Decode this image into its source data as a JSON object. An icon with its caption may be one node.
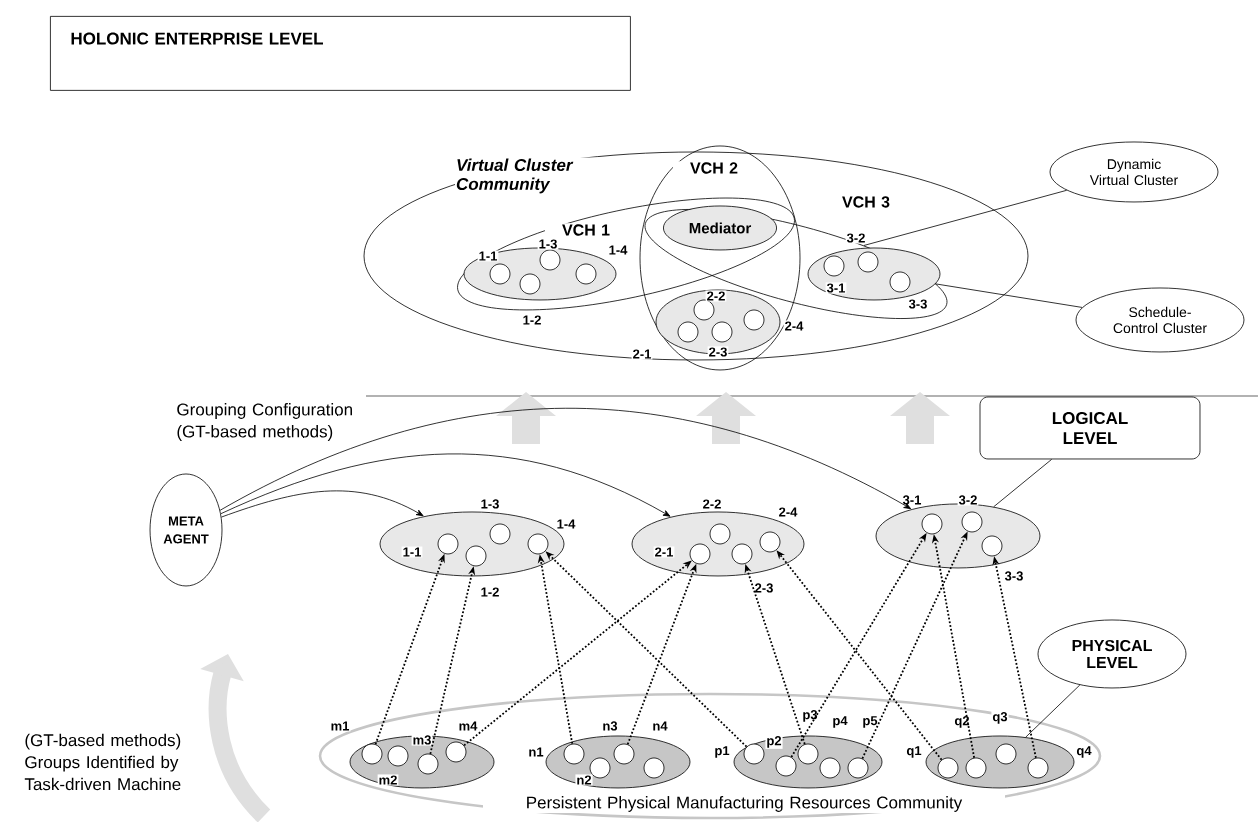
{
  "diagram": {
    "nodes": [
      {
        "text": [
          "HOLONIC ENTERPRISE LEVEL"
        ]
      },
      {
        "text": [
          "Virtual Cluster Community"
        ]
      },
      {
        "text": [
          "VCH 1"
        ],
        "in": 1
      },
      {
        "text": [
          "VCH 2"
        ]
      },
      {
        "text": [
          "VCH 3"
        ],
        "in": 1
      },
      {
        "text": [
          "Mediator"
        ]
      },
      {
        "text": [
          "Dynamic Virtual Cluster"
        ]
      },
      {
        "text": [
          "Schedule-Control Cluster"
        ]
      },
      {
        "text": [],
        "shape": "ellipse",
        "in": 2
      },
      {
        "text": [],
        "shape": "circle",
        "in": 8,
        "beside": [
          "1-1"
        ]
      },
      {
        "text": [],
        "shape": "circle",
        "in": 8,
        "beside": [
          "1-2"
        ]
      },
      {
        "text": [],
        "shape": "circle",
        "in": 8,
        "beside": [
          "1-3"
        ]
      },
      {
        "text": [],
        "shape": "circle",
        "in": 8,
        "beside": [
          "1-4"
        ]
      },
      {
        "text": [],
        "shape": "ellipse",
        "in": 3
      },
      {
        "text": [],
        "shape": "circle",
        "in": 13,
        "beside": [
          "2-1"
        ]
      },
      {
        "text": [],
        "shape": "circle",
        "in": 13,
        "beside": [
          "2-2"
        ]
      },
      {
        "text": [],
        "shape": "circle",
        "in": 13,
        "beside": [
          "2-3"
        ]
      },
      {
        "text": [],
        "shape": "circle",
        "in": 13,
        "beside": [
          "2-4"
        ]
      },
      {
        "text": [],
        "shape": "ellipse",
        "in": 4
      },
      {
        "text": [],
        "shape": "circle",
        "in": 18,
        "beside": [
          "3-1"
        ]
      },
      {
        "text": [],
        "shape": "circle",
        "in": 18,
        "beside": [
          "3-2"
        ]
      },
      {
        "text": [],
        "shape": "circle",
        "in": 18,
        "beside": [
          "3-3"
        ]
      },
      {
        "text": [
          "LOGICAL LEVEL"
        ]
      },
      {
        "text": [
          "META AGENT"
        ]
      },
      {
        "text": [],
        "shape": "ellipse"
      },
      {
        "text": [],
        "shape": "circle",
        "in": 24,
        "beside": [
          "1-1"
        ]
      },
      {
        "text": [],
        "shape": "circle",
        "in": 24,
        "beside": [
          "1-2"
        ]
      },
      {
        "text": [],
        "shape": "circle",
        "in": 24,
        "beside": [
          "1-3"
        ]
      },
      {
        "text": [],
        "shape": "circle",
        "in": 24,
        "beside": [
          "1-4"
        ]
      },
      {
        "text": [],
        "shape": "ellipse"
      },
      {
        "text": [],
        "shape": "circle",
        "in": 29,
        "beside": [
          "2-1"
        ]
      },
      {
        "text": [],
        "shape": "circle",
        "in": 29,
        "beside": [
          "2-2"
        ]
      },
      {
        "text": [],
        "shape": "circle",
        "in": 29,
        "beside": [
          "2-3"
        ]
      },
      {
        "text": [],
        "shape": "circle",
        "in": 29,
        "beside": [
          "2-4"
        ]
      },
      {
        "text": [],
        "shape": "ellipse"
      },
      {
        "text": [],
        "shape": "circle",
        "in": 34,
        "beside": [
          "3-1"
        ]
      },
      {
        "text": [],
        "shape": "circle",
        "in": 34,
        "beside": [
          "3-2"
        ]
      },
      {
        "text": [],
        "shape": "circle",
        "in": 34,
        "beside": [
          "3-3"
        ]
      },
      {
        "text": [
          "PHYSICAL LEVEL"
        ]
      },
      {
        "text": [
          "Persistent Physical Manufacturing Resources Community"
        ]
      },
      {
        "text": [],
        "shape": "ellipse",
        "in": 39
      },
      {
        "text": [],
        "shape": "circle",
        "in": 40,
        "beside": [
          "m1"
        ]
      },
      {
        "text": [],
        "shape": "circle",
        "in": 40,
        "beside": [
          "m2"
        ]
      },
      {
        "text": [],
        "shape": "circle",
        "in": 40,
        "beside": [
          "m3"
        ]
      },
      {
        "text": [],
        "shape": "circle",
        "in": 40,
        "beside": [
          "m4"
        ]
      },
      {
        "text": [],
        "shape": "ellipse",
        "in": 39
      },
      {
        "text": [],
        "shape": "circle",
        "in": 45,
        "beside": [
          "n1"
        ]
      },
      {
        "text": [],
        "shape": "circle",
        "in": 45,
        "beside": [
          "n2"
        ]
      },
      {
        "text": [],
        "shape": "circle",
        "in": 45,
        "beside": [
          "n3"
        ]
      },
      {
        "text": [],
        "shape": "circle",
        "in": 45,
        "beside": [
          "n4"
        ]
      },
      {
        "text": [],
        "shape": "ellipse",
        "in": 39
      },
      {
        "text": [],
        "shape": "circle",
        "in": 50,
        "beside": [
          "p1"
        ]
      },
      {
        "text": [],
        "shape": "circle",
        "in": 50,
        "beside": [
          "p2"
        ]
      },
      {
        "text": [],
        "shape": "circle",
        "in": 50,
        "beside": [
          "p3"
        ]
      },
      {
        "text": [],
        "shape": "circle",
        "in": 50,
        "beside": [
          "p4"
        ]
      },
      {
        "text": [],
        "shape": "circle",
        "in": 50,
        "beside": [
          "p5"
        ]
      },
      {
        "text": [],
        "shape": "ellipse",
        "in": 39
      },
      {
        "text": [],
        "shape": "circle",
        "in": 56,
        "beside": [
          "q1"
        ]
      },
      {
        "text": [],
        "shape": "circle",
        "in": 56,
        "beside": [
          "q2"
        ]
      },
      {
        "text": [],
        "shape": "circle",
        "in": 56,
        "beside": [
          "q3"
        ]
      },
      {
        "text": [],
        "shape": "circle",
        "in": 56,
        "beside": [
          "q4"
        ]
      }
    ],
    "edges": [
      {
        "from": 6,
        "to": 4,
        "arrow": "none"
      },
      {
        "from": 7,
        "to": 18,
        "arrow": "none"
      },
      {
        "from": 22,
        "to": 34,
        "arrow": "none"
      },
      {
        "from": 23,
        "to": 24,
        "arrow": "to"
      },
      {
        "from": 23,
        "to": 29,
        "arrow": "to"
      },
      {
        "from": 23,
        "to": 34,
        "arrow": "to"
      },
      {
        "from": 38,
        "to": 56,
        "arrow": "none"
      },
      {
        "from": 41,
        "to": 25,
        "arrow": "to",
        "style": "dashed"
      },
      {
        "from": 43,
        "to": 26,
        "arrow": "to",
        "style": "dashed"
      },
      {
        "from": 46,
        "to": 28,
        "arrow": "to",
        "style": "dashed"
      },
      {
        "from": 51,
        "to": 28,
        "arrow": "to",
        "style": "dashed"
      },
      {
        "from": 44,
        "to": 30,
        "arrow": "to",
        "style": "dashed"
      },
      {
        "from": 48,
        "to": 30,
        "arrow": "to",
        "style": "dashed"
      },
      {
        "from": 53,
        "to": 32,
        "arrow": "to",
        "style": "dashed"
      },
      {
        "from": 57,
        "to": 33,
        "arrow": "to",
        "style": "dashed"
      },
      {
        "from": 52,
        "to": 35,
        "arrow": "to",
        "style": "dashed"
      },
      {
        "from": 55,
        "to": 36,
        "arrow": "to",
        "style": "dashed"
      },
      {
        "from": 58,
        "to": 35,
        "arrow": "to",
        "style": "dashed"
      },
      {
        "from": 60,
        "to": 37,
        "arrow": "to",
        "style": "dashed"
      }
    ],
    "labels": [
      "Grouping Configuration (GT-based methods)",
      "(GT-based methods) Groups Identified by Task-driven Machine"
    ]
  }
}
